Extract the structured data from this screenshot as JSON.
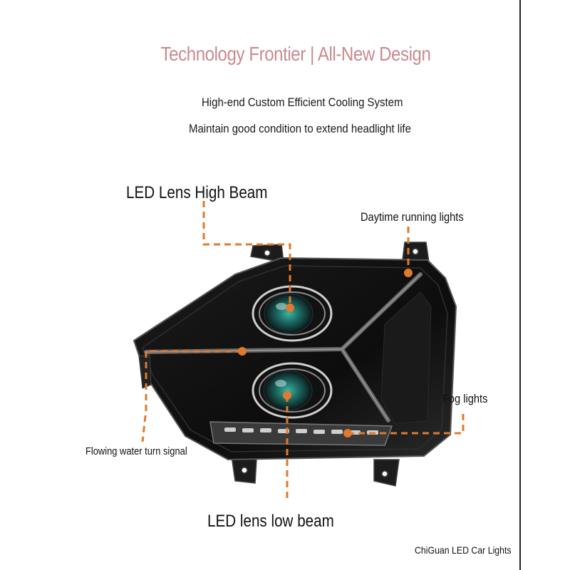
{
  "title": "Technology Frontier | All-New Design",
  "subtitle_line1": "High-end Custom Efficient Cooling System",
  "subtitle_line2": "Maintain good condition to extend headlight life",
  "labels": {
    "high_beam": "LED Lens High Beam",
    "drl": "Daytime running lights",
    "fog": "Fog lights",
    "turn_signal": "Flowing water turn signal",
    "low_beam": "LED lens low beam"
  },
  "brand": "ChiGuan LED Car Lights",
  "colors": {
    "title": "#c98a8f",
    "callout": "#e07a2e",
    "housing": "#121212"
  }
}
